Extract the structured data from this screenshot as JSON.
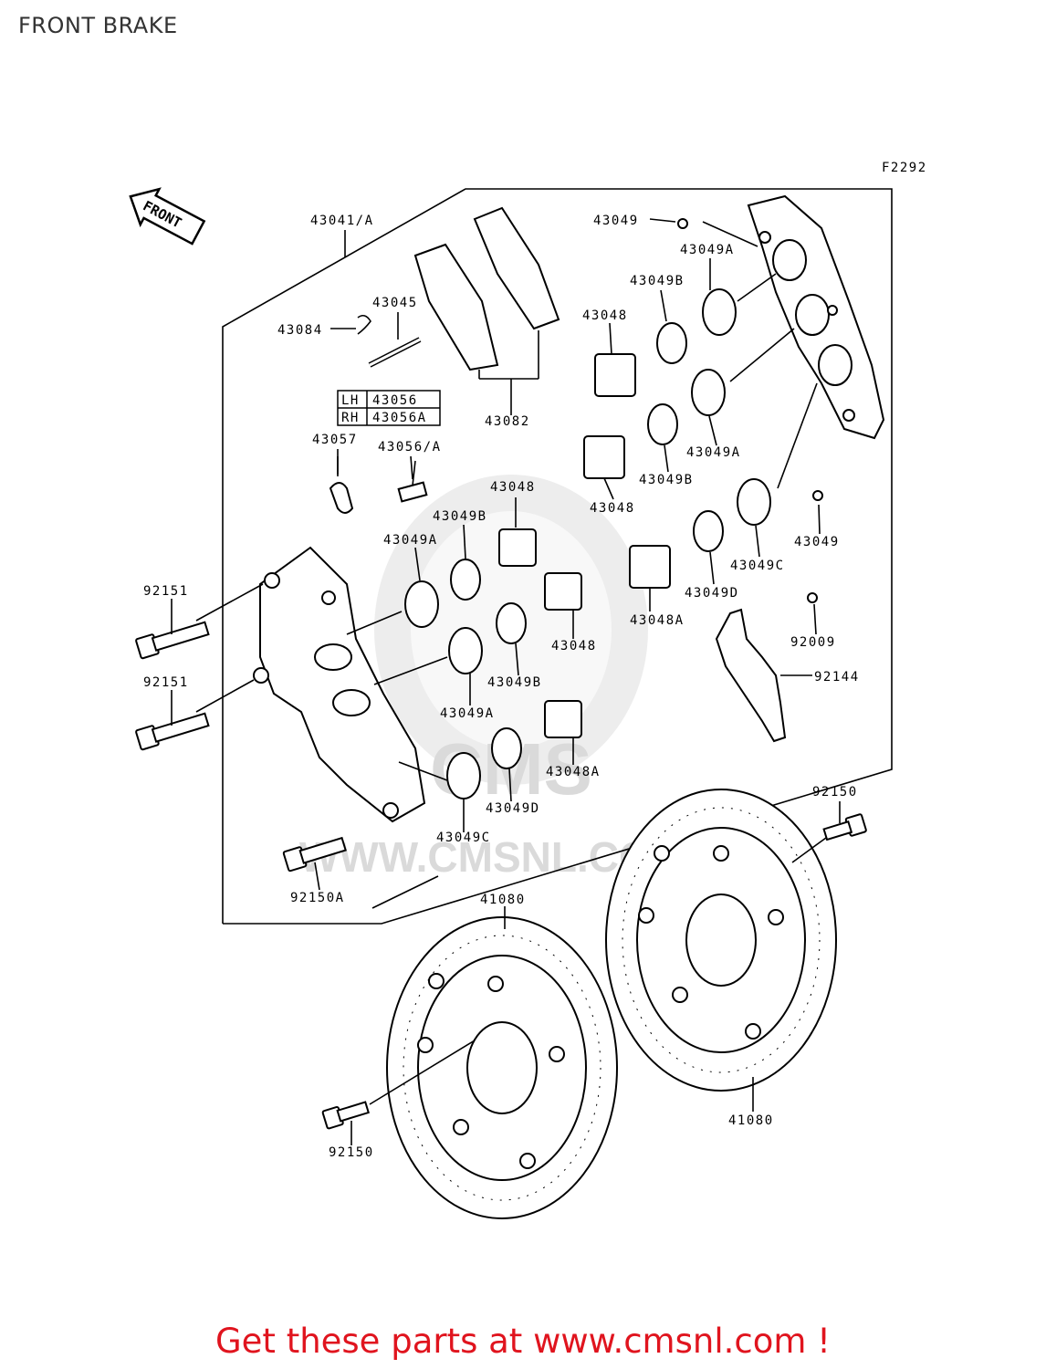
{
  "page": {
    "title": "FRONT BRAKE",
    "footer_link": "Get these parts at www.cmsnl.com !"
  },
  "diagram": {
    "figure_code": "F2292",
    "direction_label": "FRONT",
    "watermark": "WWW.CMSNL.COM",
    "lh_rh_table": [
      {
        "side": "LH",
        "part": "43056"
      },
      {
        "side": "RH",
        "part": "43056A"
      }
    ],
    "labels": {
      "l_43041": "43041/A",
      "l_43045": "43045",
      "l_43084": "43084",
      "l_43082": "43082",
      "l_43057": "43057",
      "l_43056A": "43056/A",
      "l_43049_top": "43049",
      "l_43049A_top": "43049A",
      "l_43049B_top": "43049B",
      "l_43048_top": "43048",
      "l_43049A_mid": "43049A",
      "l_43049B_mid": "43049B",
      "l_43048_mid": "43048",
      "l_43048_c": "43048",
      "l_43049B_c": "43049B",
      "l_43049A_l": "43049A",
      "l_43049_r": "43049",
      "l_43049C_r": "43049C",
      "l_43049D_r": "43049D",
      "l_43048A_r": "43048A",
      "l_92151_a": "92151",
      "l_92151_b": "92151",
      "l_43048_c2": "43048",
      "l_43049B_c2": "43049B",
      "l_43049A_c2": "43049A",
      "l_43048A_c": "43048A",
      "l_43049D_c": "43049D",
      "l_43049C_c": "43049C",
      "l_92009": "92009",
      "l_92144": "92144",
      "l_92150_r": "92150",
      "l_92150A": "92150A",
      "l_41080_a": "41080",
      "l_41080_b": "41080",
      "l_92150_l": "92150"
    }
  }
}
